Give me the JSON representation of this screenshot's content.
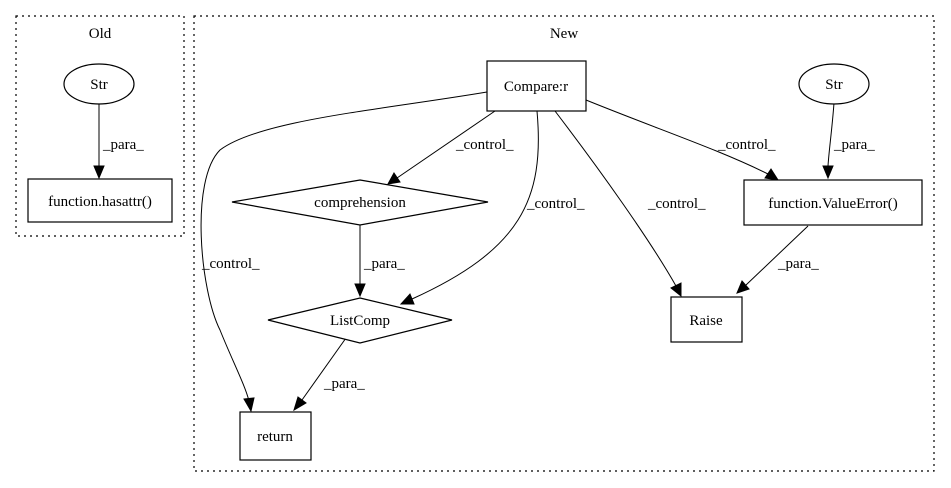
{
  "clusters": {
    "old": {
      "label": "Old"
    },
    "new": {
      "label": "New"
    }
  },
  "nodes": {
    "old_str": "Str",
    "hasattr": "function.hasattr()",
    "compare": "Compare:r",
    "new_str": "Str",
    "comprehension": "comprehension",
    "valueerror": "function.ValueError()",
    "listcomp": "ListComp",
    "raise": "Raise",
    "return": "return"
  },
  "edges": {
    "old_str_to_hasattr": "_para_",
    "compare_to_return": "_control_",
    "compare_to_comprehension": "_control_",
    "compare_to_listcomp": "_control_",
    "compare_to_raise": "_control_",
    "compare_to_valueerror": "_control_",
    "new_str_to_valueerror": "_para_",
    "comprehension_to_listcomp": "_para_",
    "valueerror_to_raise": "_para_",
    "listcomp_to_return": "_para_"
  }
}
